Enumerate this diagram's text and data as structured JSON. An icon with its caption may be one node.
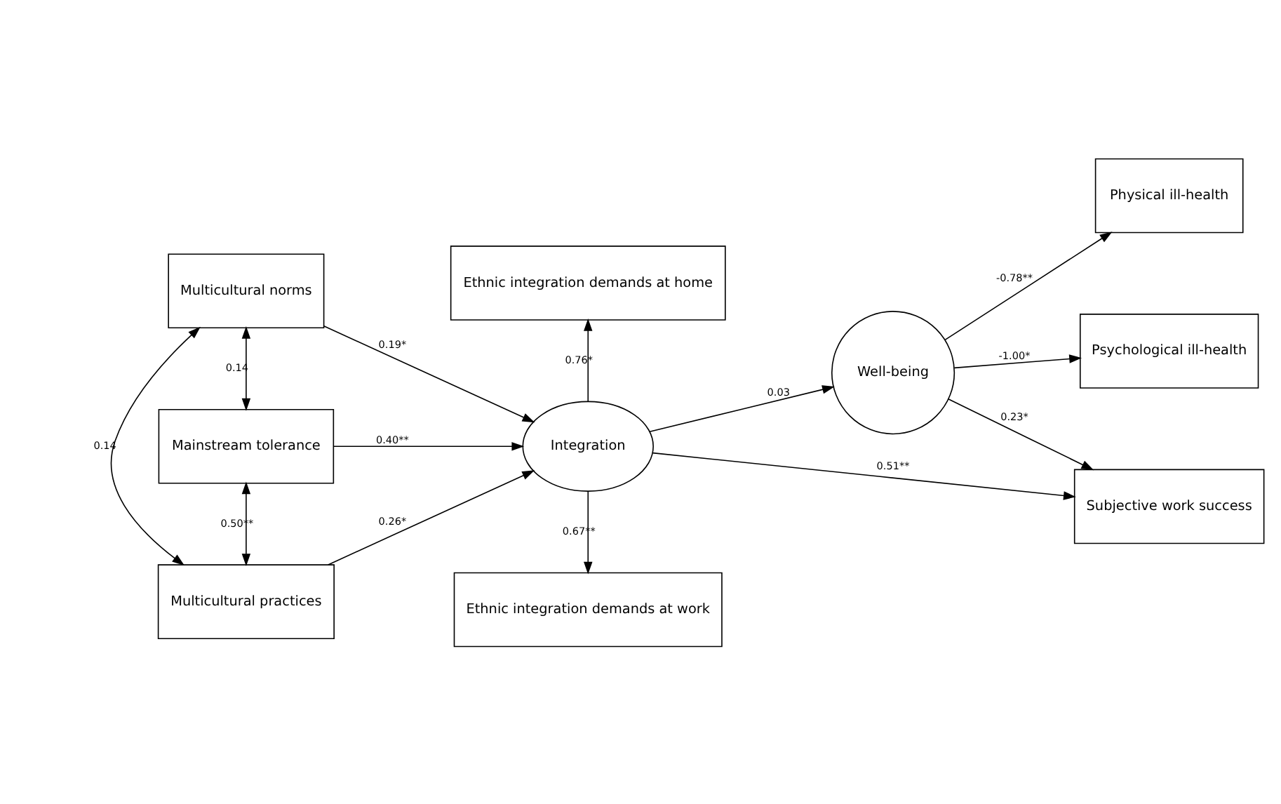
{
  "diagram": {
    "nodes": [
      {
        "text": [
          "Multicultural norms"
        ]
      },
      {
        "text": [
          "Ethnic integration demands at home"
        ]
      },
      {
        "text": [
          "Physical ill-health"
        ]
      },
      {
        "text": [
          "Mainstream tolerance"
        ]
      },
      {
        "text": [
          "Integration"
        ]
      },
      {
        "text": [
          "Well-being"
        ]
      },
      {
        "text": [
          "Psychological ill-health"
        ]
      },
      {
        "text": [
          "Multicultural practices"
        ]
      },
      {
        "text": [
          "Ethnic integration demands at work"
        ]
      },
      {
        "text": [
          "Subjective work success"
        ]
      }
    ],
    "edges": [
      {
        "from": 0,
        "to": 3,
        "arrow": "both",
        "label": "0.14"
      },
      {
        "from": 0,
        "to": 7,
        "arrow": "both",
        "label": "0.14"
      },
      {
        "from": 3,
        "to": 7,
        "arrow": "both",
        "label": "0.50**"
      },
      {
        "from": 0,
        "to": 4,
        "arrow": "to",
        "label": "0.19*"
      },
      {
        "from": 3,
        "to": 4,
        "arrow": "to",
        "label": "0.40**"
      },
      {
        "from": 7,
        "to": 4,
        "arrow": "to",
        "label": "0.26*"
      },
      {
        "from": 4,
        "to": 1,
        "arrow": "to",
        "label": "0.76*"
      },
      {
        "from": 4,
        "to": 8,
        "arrow": "to",
        "label": "0.67**"
      },
      {
        "from": 4,
        "to": 5,
        "arrow": "to",
        "label": "0.03"
      },
      {
        "from": 4,
        "to": 9,
        "arrow": "to",
        "label": "0.51**"
      },
      {
        "from": 5,
        "to": 2,
        "arrow": "to",
        "label": "-0.78**"
      },
      {
        "from": 5,
        "to": 6,
        "arrow": "to",
        "label": "-1.00*"
      },
      {
        "from": 5,
        "to": 9,
        "arrow": "to",
        "label": "0.23*"
      }
    ]
  }
}
